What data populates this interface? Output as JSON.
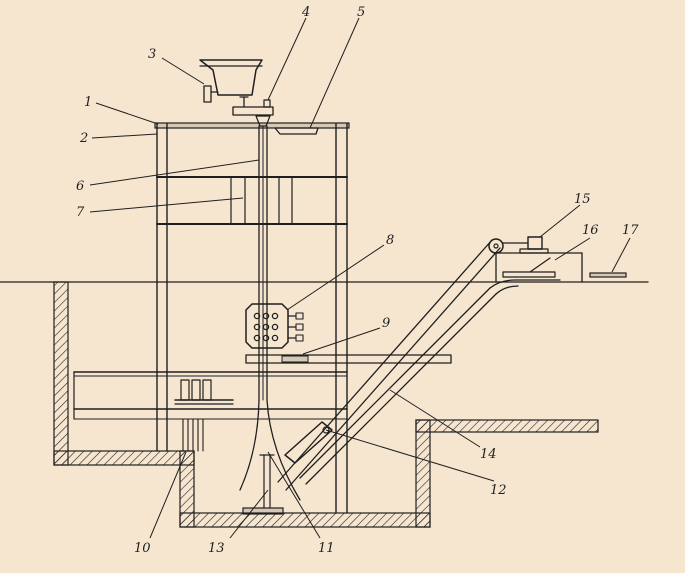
{
  "colors": {
    "background": "#f6e6d0",
    "ink": "#1f1f1f",
    "hatch": "#1f1f1f"
  },
  "labels": [
    "1",
    "2",
    "3",
    "4",
    "5",
    "6",
    "7",
    "8",
    "9",
    "10",
    "11",
    "12",
    "13",
    "14",
    "15",
    "16",
    "17"
  ]
}
